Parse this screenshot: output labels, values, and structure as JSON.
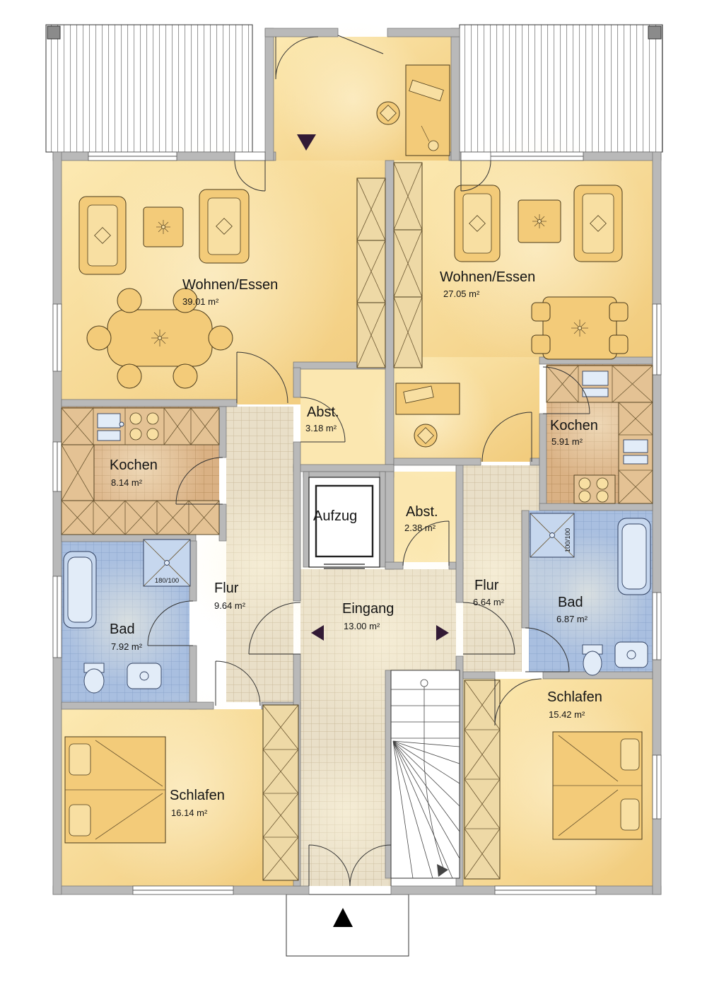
{
  "meta": {
    "type": "apartment-floor-plan"
  },
  "rooms": {
    "left_living": {
      "name": "Wohnen/Essen",
      "area": "39.01 m²"
    },
    "right_living": {
      "name": "Wohnen/Essen",
      "area": "27.05 m²"
    },
    "left_kitchen": {
      "name": "Kochen",
      "area": "8.14 m²"
    },
    "right_kitchen": {
      "name": "Kochen",
      "area": "5.91 m²"
    },
    "left_storage": {
      "name": "Abst.",
      "area": "3.18 m²"
    },
    "right_storage": {
      "name": "Abst.",
      "area": "2.38 m²"
    },
    "left_hall": {
      "name": "Flur",
      "area": "9.64 m²"
    },
    "right_hall": {
      "name": "Flur",
      "area": "6.64 m²"
    },
    "left_bath": {
      "name": "Bad",
      "area": "7.92 m²"
    },
    "right_bath": {
      "name": "Bad",
      "area": "6.87 m²"
    },
    "left_bedroom": {
      "name": "Schlafen",
      "area": "16.14 m²"
    },
    "right_bedroom": {
      "name": "Schlafen",
      "area": "15.42 m²"
    },
    "entry": {
      "name": "Eingang",
      "area": "13.00 m²"
    },
    "elevator": {
      "name": "Aufzug"
    }
  },
  "annotations": {
    "left_shower_size": "180/100",
    "right_shower_size": "100/100"
  },
  "colors": {
    "wall": "#b9b9b9",
    "room_yellow": "#f5d48c",
    "hall_tile": "#e9dfc8",
    "bath_tile": "#a9bfe0",
    "kitchen_tile": "#dab184",
    "furniture": "#f3cb79",
    "entry_marker": "#321a35"
  }
}
